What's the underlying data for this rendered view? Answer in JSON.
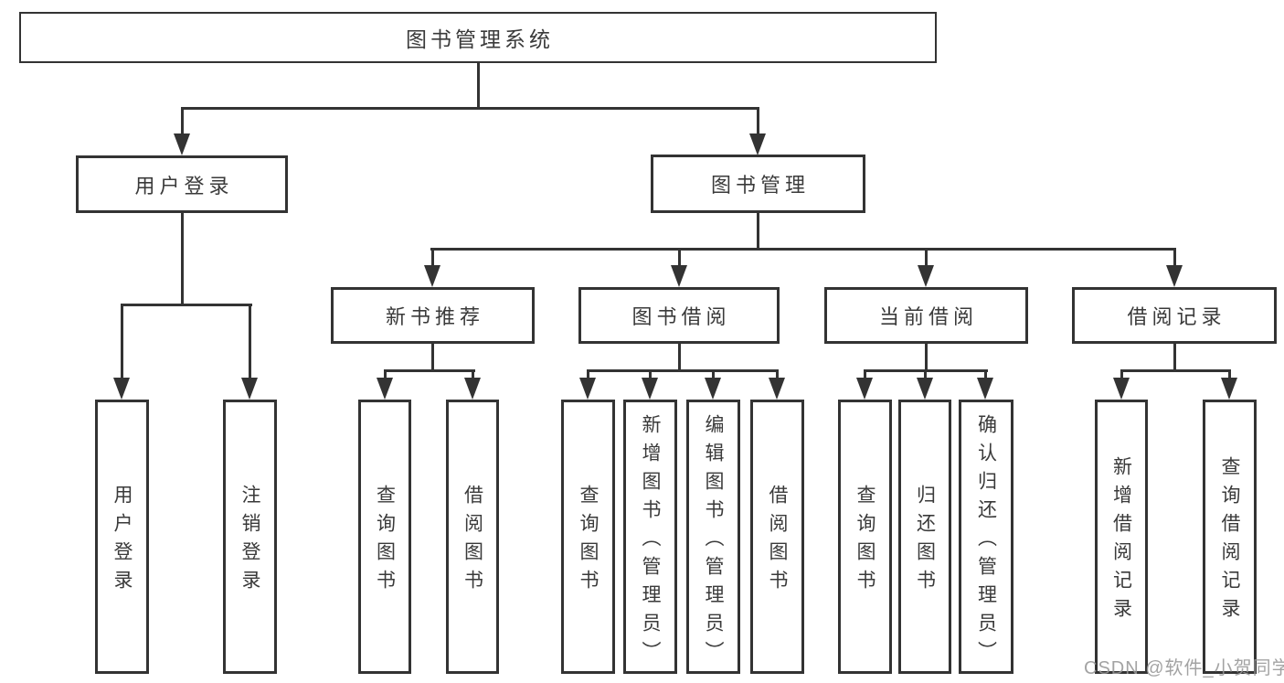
{
  "diagram_title": "图书管理系统",
  "watermark": "CSDN @软件_小贺同学",
  "colors": {
    "line": "#333333",
    "text": "#3a3a3a",
    "background": "#ffffff",
    "watermark": "#969696"
  },
  "nodes": {
    "root": {
      "label": "图书管理系统"
    },
    "user_login": {
      "label": "用户登录"
    },
    "book_mgmt": {
      "label": "图书管理"
    },
    "new_book_rec": {
      "label": "新书推荐"
    },
    "book_borrow": {
      "label": "图书借阅"
    },
    "current_borrow": {
      "label": "当前借阅"
    },
    "borrow_records": {
      "label": "借阅记录"
    },
    "leaf_user_login": {
      "label": "用户登录"
    },
    "leaf_logout": {
      "label": "注销登录"
    },
    "leaf_query_book_1": {
      "label": "查询图书"
    },
    "leaf_borrow_book_1": {
      "label": "借阅图书"
    },
    "leaf_query_book_2": {
      "label": "查询图书"
    },
    "leaf_add_book": {
      "label": "新增图书（管理员）"
    },
    "leaf_edit_book": {
      "label": "编辑图书（管理员）"
    },
    "leaf_borrow_book_2": {
      "label": "借阅图书"
    },
    "leaf_query_book_3": {
      "label": "查询图书"
    },
    "leaf_return_book": {
      "label": "归还图书"
    },
    "leaf_confirm_return": {
      "label": "确认归还（管理员）"
    },
    "leaf_add_record": {
      "label": "新增借阅记录"
    },
    "leaf_query_record": {
      "label": "查询借阅记录"
    }
  },
  "structure": {
    "root_children": [
      "用户登录",
      "图书管理"
    ],
    "user_login_children": [
      "用户登录",
      "注销登录"
    ],
    "book_mgmt_children": [
      "新书推荐",
      "图书借阅",
      "当前借阅",
      "借阅记录"
    ],
    "new_book_rec_children": [
      "查询图书",
      "借阅图书"
    ],
    "book_borrow_children": [
      "查询图书",
      "新增图书（管理员）",
      "编辑图书（管理员）",
      "借阅图书"
    ],
    "current_borrow_children": [
      "查询图书",
      "归还图书",
      "确认归还（管理员）"
    ],
    "borrow_records_children": [
      "新增借阅记录",
      "查询借阅记录"
    ]
  }
}
